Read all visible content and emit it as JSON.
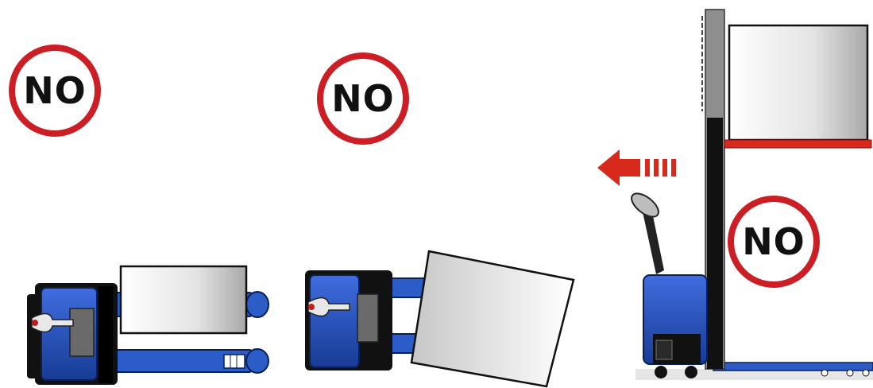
{
  "signs": [
    {
      "id": "sign-1",
      "text": "NO"
    },
    {
      "id": "sign-2",
      "text": "NO"
    },
    {
      "id": "sign-3",
      "text": "NO"
    }
  ],
  "colors": {
    "sign_ring": "#cc1f25",
    "truck_body": "#1f49a8",
    "fork": "#2b5cc8",
    "arrow": "#d72a1d",
    "mast": "#111111"
  },
  "icons": [
    "no-sign-icon",
    "left-arrow-icon",
    "pallet-truck-icon",
    "stacker-truck-icon"
  ]
}
